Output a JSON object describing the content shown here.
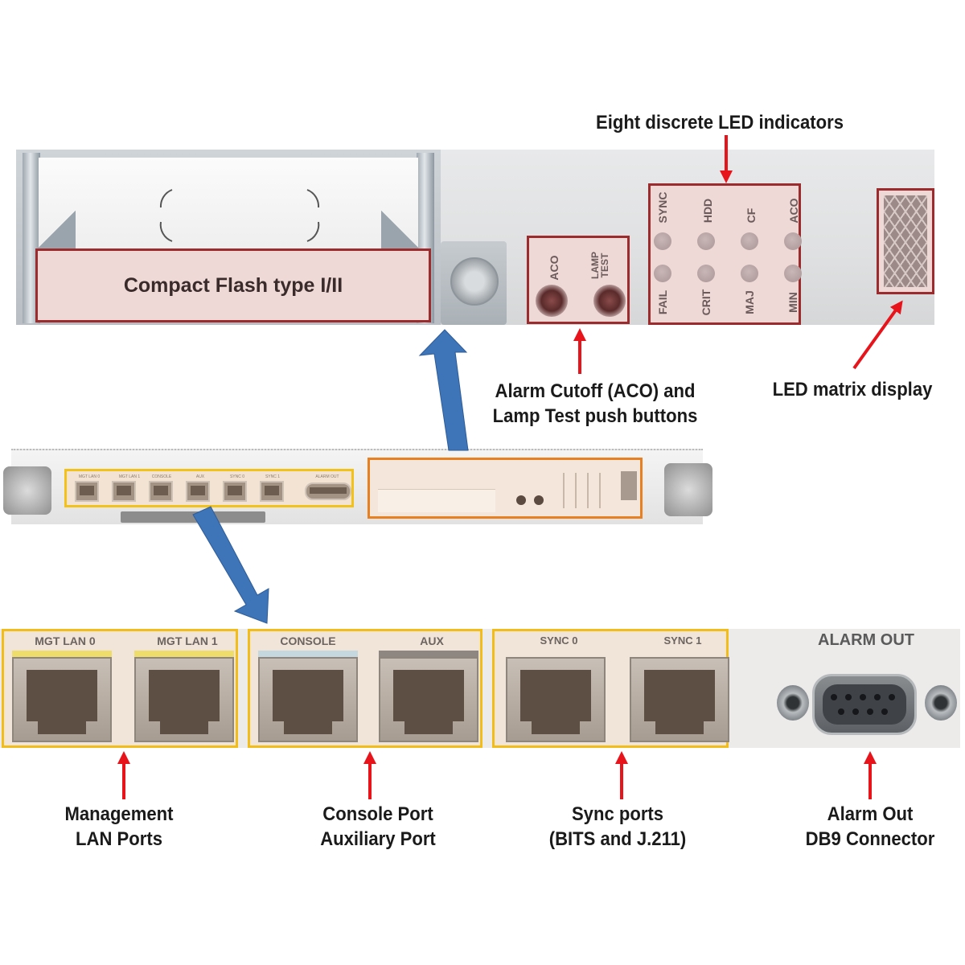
{
  "top_callouts": {
    "led_indicators": "Eight discrete LED indicators",
    "aco_line1": "Alarm Cutoff (ACO) and",
    "aco_line2": "Lamp Test push buttons",
    "matrix": "LED matrix display"
  },
  "compact_flash": {
    "label": "Compact Flash type I/II"
  },
  "push_buttons": [
    {
      "label": "ACO"
    },
    {
      "label": "LAMP TEST"
    }
  ],
  "leds": {
    "top_row": [
      "SYNC",
      "HDD",
      "CF",
      "ACO"
    ],
    "bottom_row": [
      "FAIL",
      "CRIT",
      "MAJ",
      "MIN"
    ]
  },
  "port_groups": [
    {
      "id": "mgmt",
      "ports": [
        "MGT LAN 0",
        "MGT LAN 1"
      ],
      "callout_line1": "Management",
      "callout_line2": "LAN Ports"
    },
    {
      "id": "console",
      "ports": [
        "CONSOLE",
        "AUX"
      ],
      "callout_line1": "Console Port",
      "callout_line2": "Auxiliary Port"
    },
    {
      "id": "sync",
      "ports": [
        "SYNC 0",
        "SYNC 1"
      ],
      "callout_line1": "Sync ports",
      "callout_line2": "(BITS and J.211)"
    },
    {
      "id": "alarm",
      "ports": [
        "ALARM OUT"
      ],
      "callout_line1": "Alarm Out",
      "callout_line2": "DB9 Connector"
    }
  ],
  "card_mini_labels": [
    "MGT LAN 0",
    "MGT LAN 1",
    "CONSOLE",
    "AUX",
    "SYNC 0",
    "SYNC 1",
    "ALARM OUT"
  ],
  "colors": {
    "red_highlight": "#9b2b2d",
    "yellow_highlight": "#f2c21b",
    "orange_highlight": "#e87f21",
    "arrow_red": "#e8141b",
    "arrow_blue": "#3e74b8"
  }
}
